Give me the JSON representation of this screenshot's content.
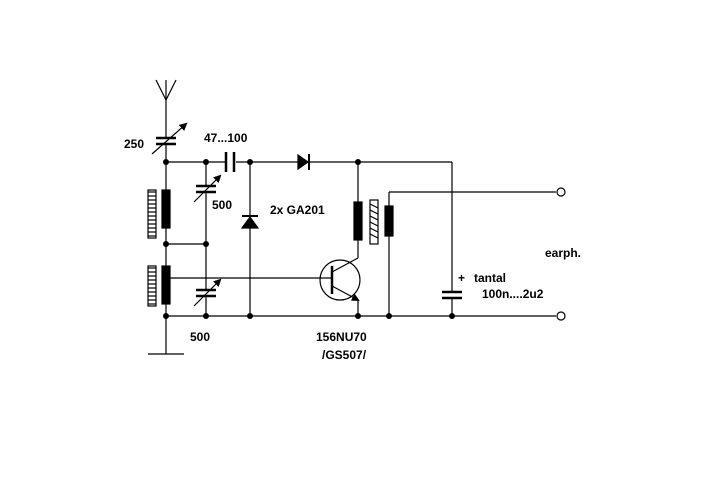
{
  "labels": {
    "trimmer_antenna": "250",
    "coupling_cap": "47...100",
    "trimmer_top": "500",
    "trimmer_bottom": "500",
    "diodes": "2x GA201",
    "transistor": "156NU70",
    "transistor_alt": "/GS507/",
    "capacitor_type": "tantal",
    "capacitor_value": "100n....2u2",
    "output": "earph.",
    "polarity": "+"
  },
  "colors": {
    "ink": "#000000",
    "background": "#ffffff"
  }
}
